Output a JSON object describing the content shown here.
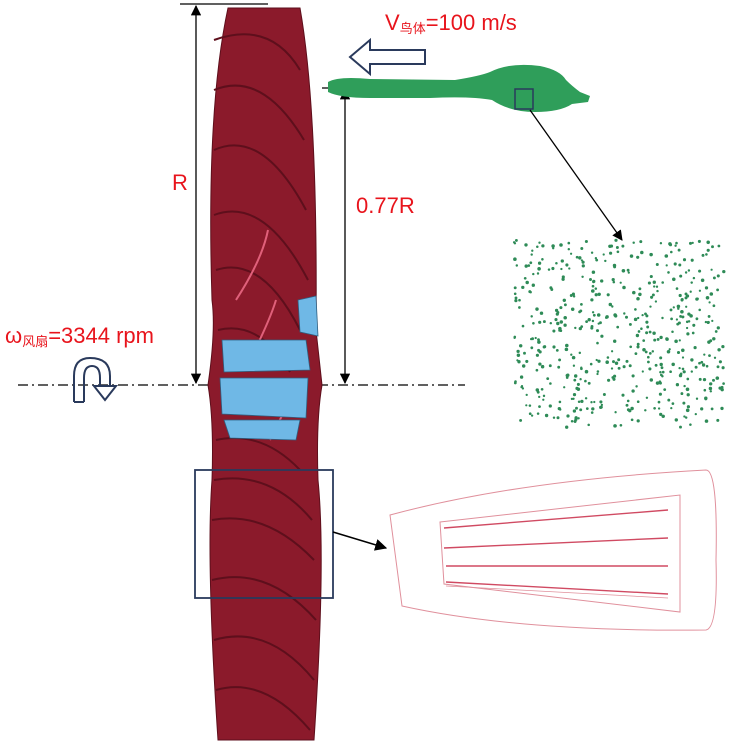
{
  "labels": {
    "velocity": {
      "symbol": "V",
      "subscript": "鸟体",
      "value": "=100 m/s"
    },
    "radius": "R",
    "ratio": "0.77R",
    "omega": {
      "symbol": "ω",
      "subscript": "风扇",
      "value": "=3344 rpm"
    }
  },
  "colors": {
    "annotation": "#e8141c",
    "blade": "#8b1a2b",
    "blade_dark": "#5e0f1c",
    "hub": "#6fb8e6",
    "bird": "#2f9e5a",
    "particles": "#2e8b57",
    "box": "#2a3a5c",
    "mesh": "#e0909c"
  },
  "icons": {
    "direction_arrow": "left-arrow-icon",
    "rotation_arrow": "rotation-arrow-icon"
  }
}
